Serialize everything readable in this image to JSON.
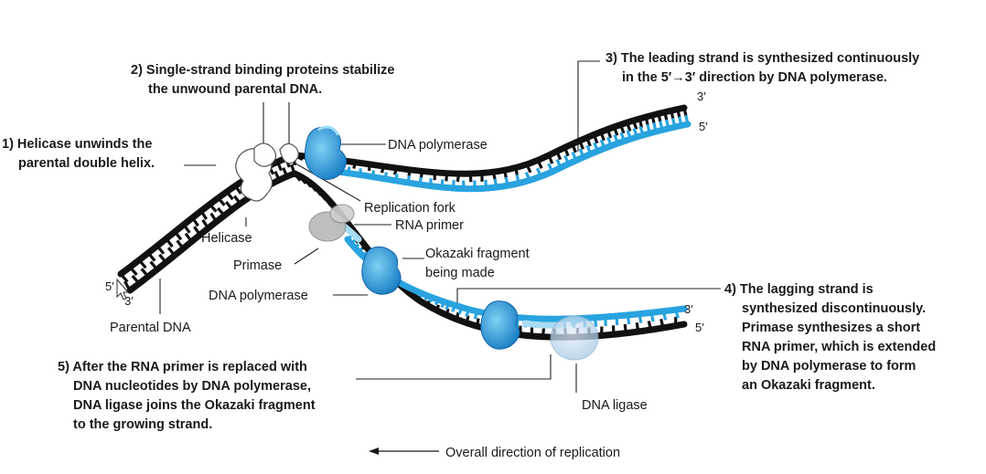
{
  "steps": {
    "s1": [
      "1) Helicase unwinds the",
      "parental double helix."
    ],
    "s2": [
      "2) Single-strand binding proteins stabilize",
      "the unwound parental DNA."
    ],
    "s3": [
      "3) The leading strand is synthesized continuously",
      "in the 5′→3′ direction by DNA polymerase."
    ],
    "s4": [
      "4) The lagging strand is",
      "synthesized discontinuously.",
      "Primase synthesizes a short",
      "RNA primer, which is extended",
      "by DNA polymerase to form",
      "an Okazaki fragment."
    ],
    "s5": [
      "5) After the RNA primer is replaced with",
      "DNA nucleotides by DNA polymerase,",
      "DNA ligase joins the Okazaki fragment",
      "to the growing strand."
    ]
  },
  "labels": {
    "dna_polymerase_top": "DNA polymerase",
    "replication_fork": "Replication fork",
    "rna_primer": "RNA primer",
    "okazaki": [
      "Okazaki fragment",
      "being made"
    ],
    "helicase": "Helicase",
    "primase": "Primase",
    "dna_polymerase_left": "DNA polymerase",
    "parental_dna": "Parental DNA",
    "dna_ligase": "DNA ligase",
    "direction": "Overall direction of replication"
  },
  "ends": {
    "parental_5": "5′",
    "parental_3": "3′",
    "leading_3": "3′",
    "leading_5": "5′",
    "lagging_3": "3′",
    "lagging_5": "5′"
  },
  "colors": {
    "parental_strand": "#111111",
    "new_strand": "#29a3df",
    "rna_primer": "#a8dcf2",
    "polymerase": "#1f8fd0",
    "polymerase_light": "#6cc2ec",
    "primase": "#b8b8b8",
    "ligase": "#c7dcef",
    "helicase": "#ffffff"
  }
}
